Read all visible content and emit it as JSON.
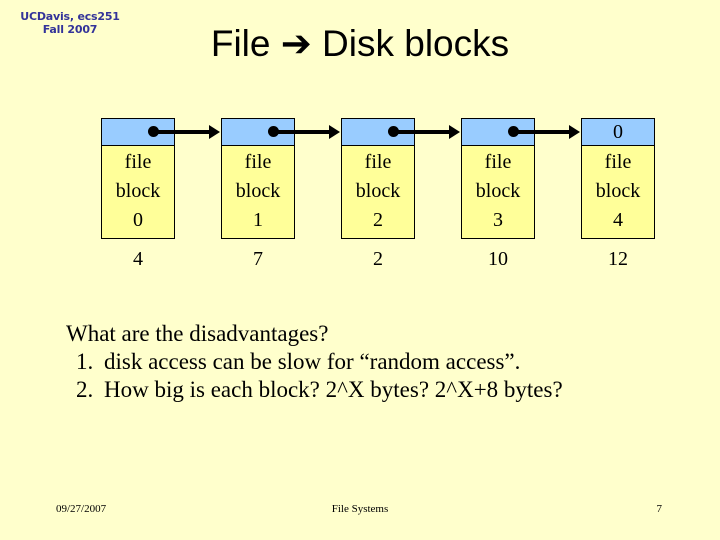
{
  "slide": {
    "background_color": "#ffffcc",
    "banner": {
      "line1": "UCDavis, ecs251",
      "line2": "Fall 2007",
      "color": "#333399"
    },
    "title": "File ➔ Disk blocks"
  },
  "diagram": {
    "type": "linked-list",
    "pointer_fill": "#99ccff",
    "body_fill": "#ffff99",
    "border_color": "#000000",
    "blocks": [
      {
        "pointer_label": "",
        "label_line1": "file",
        "label_line2": "block",
        "label_line3": "0",
        "disk_block": "4",
        "has_outgoing_arrow": true
      },
      {
        "pointer_label": "",
        "label_line1": "file",
        "label_line2": "block",
        "label_line3": "1",
        "disk_block": "7",
        "has_outgoing_arrow": true
      },
      {
        "pointer_label": "",
        "label_line1": "file",
        "label_line2": "block",
        "label_line3": "2",
        "disk_block": "2",
        "has_outgoing_arrow": true
      },
      {
        "pointer_label": "",
        "label_line1": "file",
        "label_line2": "block",
        "label_line3": "3",
        "disk_block": "10",
        "has_outgoing_arrow": true
      },
      {
        "pointer_label": "0",
        "label_line1": "file",
        "label_line2": "block",
        "label_line3": "4",
        "disk_block": "12",
        "has_outgoing_arrow": false
      }
    ]
  },
  "body": {
    "question": "What are the disadvantages?",
    "items": [
      {
        "num": "1.",
        "text": "disk access can be slow for “random access”."
      },
      {
        "num": "2.",
        "text": "How big is each block? 2^X bytes? 2^X+8 bytes?"
      }
    ]
  },
  "footer": {
    "date": "09/27/2007",
    "center": "File Systems",
    "page": "7"
  }
}
